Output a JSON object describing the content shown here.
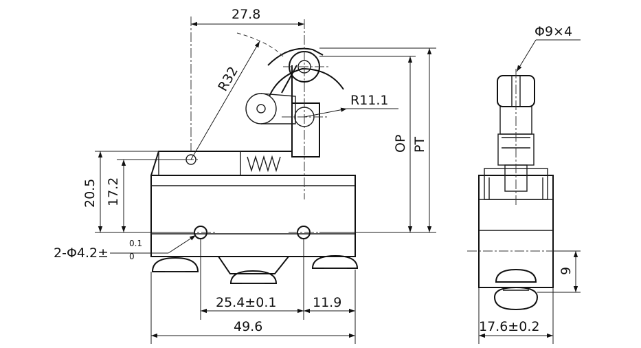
{
  "dimensions": {
    "lever_reach": "27.8",
    "lever_radius": "R32",
    "roller_radius": "R11.1",
    "op": "OP",
    "pt": "PT",
    "height_20_5": "20.5",
    "height_17_2": "17.2",
    "mount_holes_prefix": "2-Φ4.2±",
    "mount_holes_tol_upper": "0.1",
    "mount_holes_tol_lower": "0",
    "hole_pitch": "25.4±0.1",
    "hole_to_edge": "11.9",
    "body_length": "49.6",
    "roller_size": "Φ9×4",
    "terminal_offset": "9",
    "body_width": "17.6±0.2"
  }
}
